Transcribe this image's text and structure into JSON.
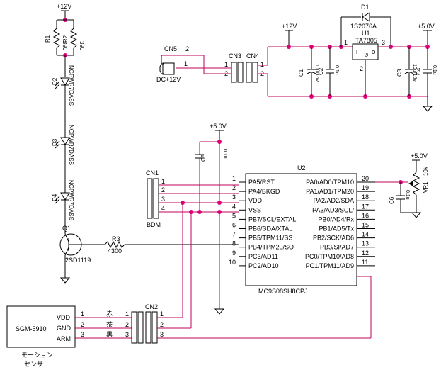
{
  "power": {
    "vcc12_top": "+12V",
    "vcc12_mid": "+12V",
    "vcc5_reg": "+5.0V",
    "vcc5_cap": "+5.0V",
    "vcc5_vr": "+5.0V"
  },
  "parts": {
    "r1": {
      "ref": "R1",
      "value": "390"
    },
    "r2": {
      "ref": "R2",
      "value": "390"
    },
    "r3": {
      "ref": "R3",
      "value": "4300"
    },
    "d1": {
      "ref": "D1",
      "value": "1S2076A"
    },
    "d2": {
      "ref": "D2",
      "value": "NGPWR7DASS"
    },
    "d3": {
      "ref": "D3",
      "value": "NGPWR7DASS"
    },
    "d4": {
      "ref": "D4",
      "value": "NGPWR7DASS"
    },
    "q1": {
      "ref": "Q1",
      "value": "2SD1119"
    },
    "u1": {
      "ref": "U1",
      "value": "TA7805",
      "pin_in": "1",
      "pin_out": "3",
      "pin_g": "2",
      "label_i": "I",
      "label_g": "G",
      "label_o": "O"
    },
    "c1": {
      "ref": "C1",
      "value": "10u/16v"
    },
    "c2": {
      "ref": "C2",
      "value": "0.1u"
    },
    "c3": {
      "ref": "C3",
      "value": "10u/16v"
    },
    "c4": {
      "ref": "C4",
      "value": "0.1u"
    },
    "c5": {
      "ref": "C5",
      "value": "0.1u"
    },
    "c6": {
      "ref": "C6",
      "value": "0.1u"
    },
    "vr1": {
      "ref": "VR1",
      "value": "10k"
    },
    "cn1": {
      "ref": "CN1",
      "label": "BDM",
      "pins": [
        "1",
        "2",
        "3",
        "4"
      ]
    },
    "cn2": {
      "ref": "CN2",
      "pins": [
        "1",
        "2",
        "3"
      ]
    },
    "cn3": {
      "ref": "CN3",
      "pins": [
        "1",
        "2"
      ]
    },
    "cn4": {
      "ref": "CN4",
      "pins": [
        "1",
        "2"
      ]
    },
    "cn5": {
      "ref": "CN5",
      "label": "DC+12V",
      "pin1": "1",
      "pin2": "2"
    }
  },
  "u2": {
    "ref": "U2",
    "part": "MC9S08SH8CPJ",
    "left_pins": [
      {
        "num": "1",
        "name": "PA5/RST"
      },
      {
        "num": "2",
        "name": "PA4/BKGD"
      },
      {
        "num": "3",
        "name": "VDD"
      },
      {
        "num": "4",
        "name": "VSS"
      },
      {
        "num": "5",
        "name": "PB7/SCL/EXTAL"
      },
      {
        "num": "6",
        "name": "PB6/SDA/XTAL"
      },
      {
        "num": "7",
        "name": "PB5/TPM11/SS"
      },
      {
        "num": "8",
        "name": "PB4/TPM20/SO"
      },
      {
        "num": "9",
        "name": "PC3/AD11"
      },
      {
        "num": "10",
        "name": "PC2/AD10"
      }
    ],
    "right_pins": [
      {
        "num": "20",
        "name": "PA0/AD0/TPM10"
      },
      {
        "num": "19",
        "name": "PA1/AD1/TPM20"
      },
      {
        "num": "18",
        "name": "PA2/AD2/SDA"
      },
      {
        "num": "17",
        "name": "PA3/AD3/SCL/"
      },
      {
        "num": "16",
        "name": "PB0/AD4/Rx"
      },
      {
        "num": "15",
        "name": "PB1/AD5/Tx"
      },
      {
        "num": "14",
        "name": "PB2/SCK/AD6"
      },
      {
        "num": "13",
        "name": "PB3/SI/AD7"
      },
      {
        "num": "12",
        "name": "PC0/TPM10/AD8"
      },
      {
        "num": "11",
        "name": "PC1/TPM11/AD9"
      }
    ]
  },
  "sensor": {
    "name": "SGM-5910",
    "pins": [
      "VDD",
      "GND",
      "ARM"
    ],
    "pin_numbers": [
      "1",
      "2",
      "3"
    ],
    "wire_colors": [
      "赤",
      "茶",
      "黒"
    ],
    "caption_line1": "モーション",
    "caption_line2": "センサー"
  }
}
